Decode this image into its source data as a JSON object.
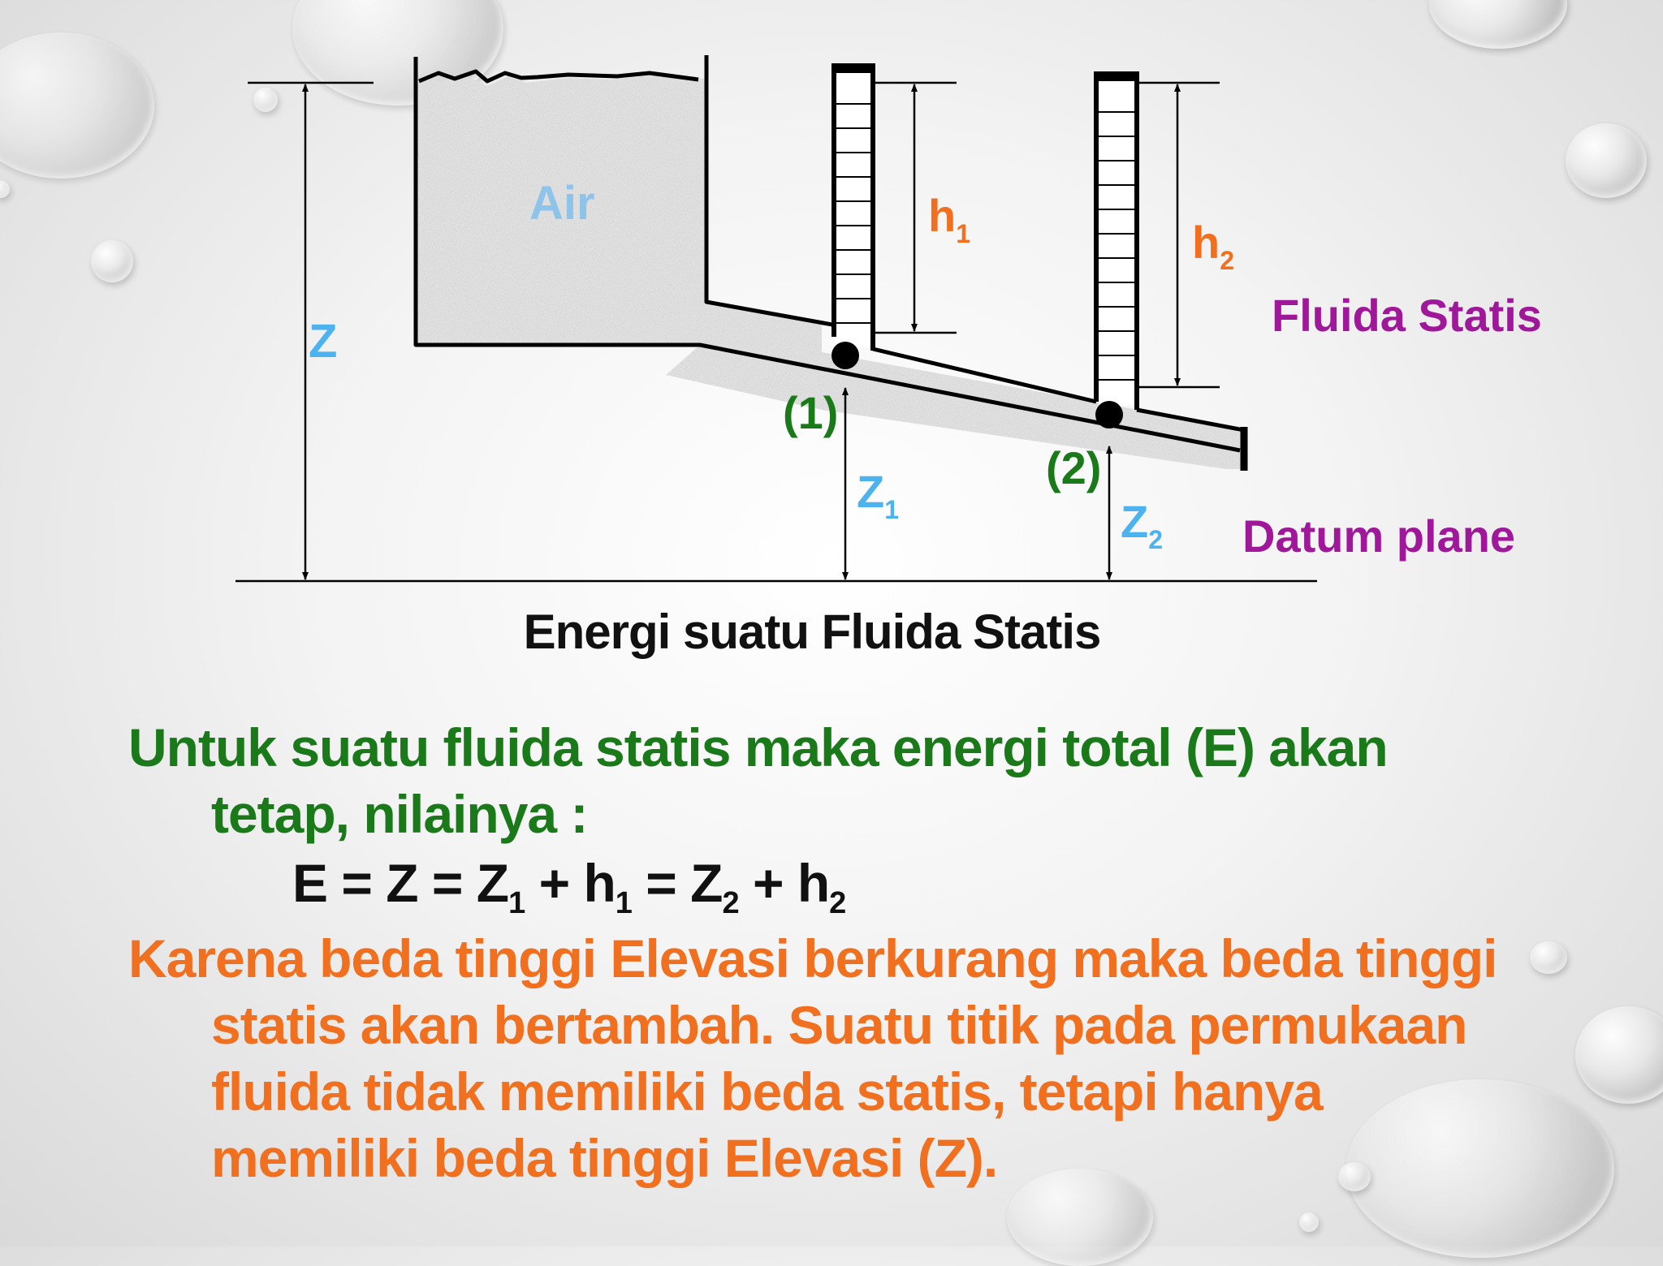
{
  "diagram": {
    "labels": {
      "air": "Air",
      "z": "Z",
      "h1": "h",
      "h1_sub": "1",
      "h2": "h",
      "h2_sub": "2",
      "point1": "(1)",
      "point2": "(2)",
      "z1": "Z",
      "z1_sub": "1",
      "z2": "Z",
      "z2_sub": "2",
      "fluida_statis": "Fluida Statis",
      "datum_plane": "Datum plane"
    },
    "caption": "Energi suatu Fluida Statis",
    "colors": {
      "air_label": "#8ec3ea",
      "z_labels": "#4db3ee",
      "h_labels": "#f07020",
      "point_labels": "#1a7a1a",
      "side_labels": "#a0189a"
    }
  },
  "text": {
    "para1_line1": "Untuk suatu fluida statis maka energi total (E) akan",
    "para1_line2": "tetap, nilainya :",
    "formula": {
      "part1": "E = Z = Z",
      "sub1": "1",
      "part2": " + h",
      "sub2": "1",
      "part3": " = Z",
      "sub3": "2",
      "part4": " + h",
      "sub4": "2"
    },
    "para2_line1": "Karena beda tinggi Elevasi berkurang maka beda tinggi",
    "para2_line2": "statis akan bertambah. Suatu titik pada permukaan",
    "para2_line3": "fluida tidak memiliki beda statis, tetapi hanya",
    "para2_line4": "memiliki beda tinggi Elevasi (Z).",
    "colors": {
      "para1": "#1a7a1a",
      "para2": "#f07020",
      "formula": "#111111"
    }
  }
}
